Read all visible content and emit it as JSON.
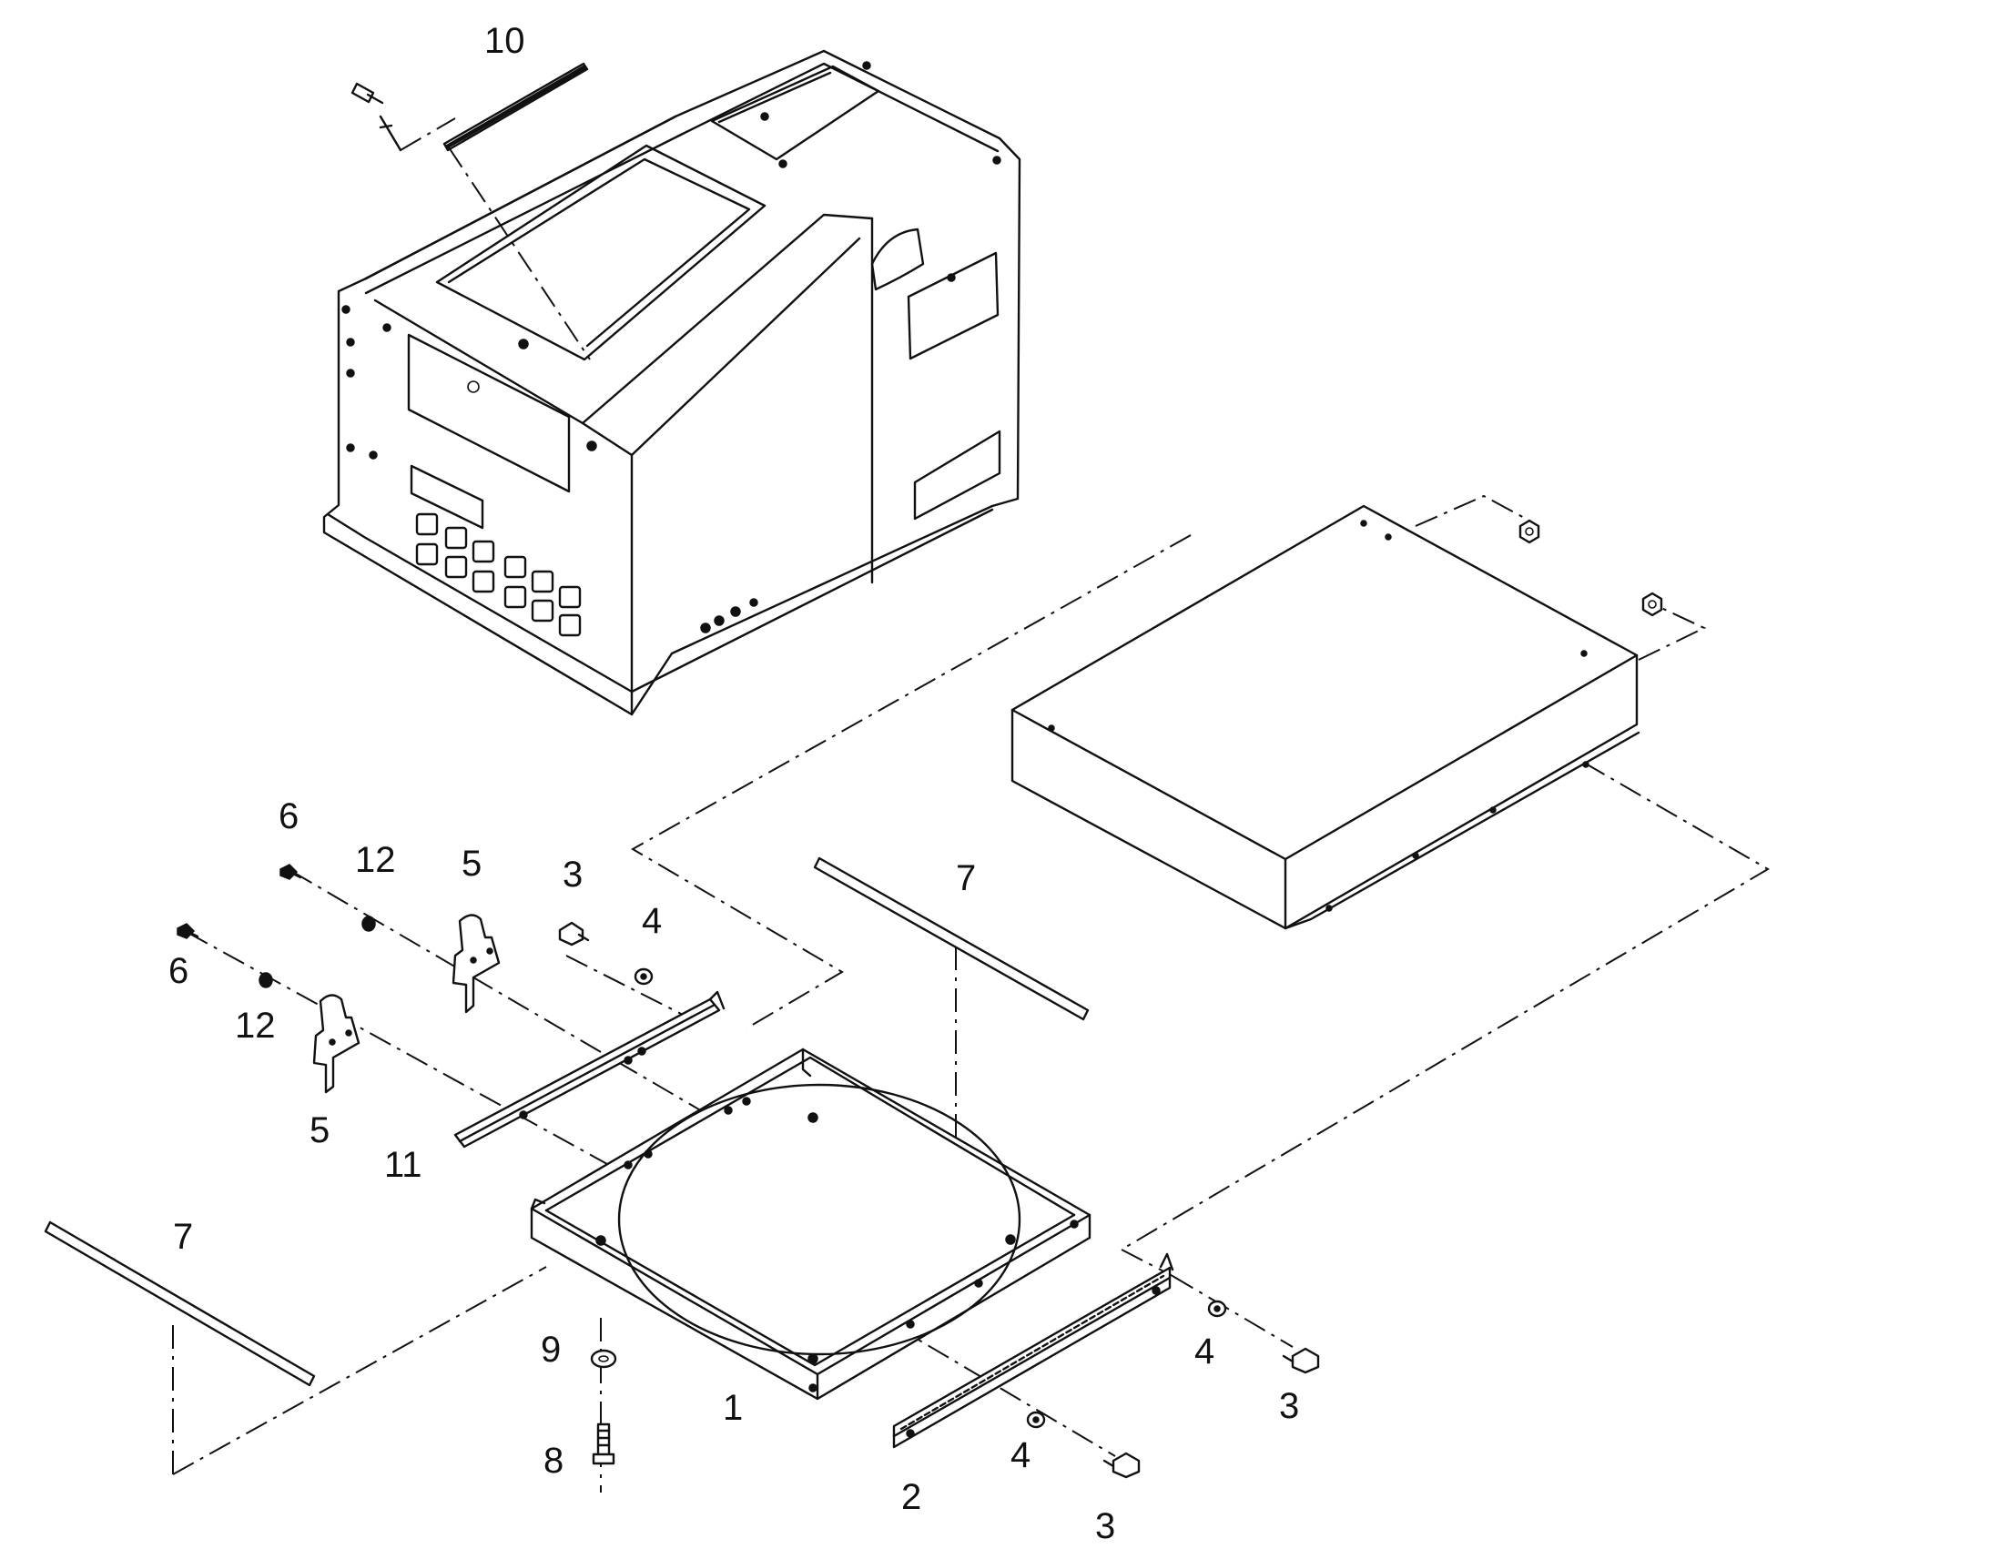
{
  "callouts": {
    "c1": "1",
    "c2": "2",
    "c3a": "3",
    "c3b": "3",
    "c3c": "3",
    "c4a": "4",
    "c4b": "4",
    "c4c": "4",
    "c5a": "5",
    "c5b": "5",
    "c6a": "6",
    "c6b": "6",
    "c7a": "7",
    "c7b": "7",
    "c8": "8",
    "c9": "9",
    "c10": "10",
    "c11": "11",
    "c12a": "12",
    "c12b": "12"
  }
}
